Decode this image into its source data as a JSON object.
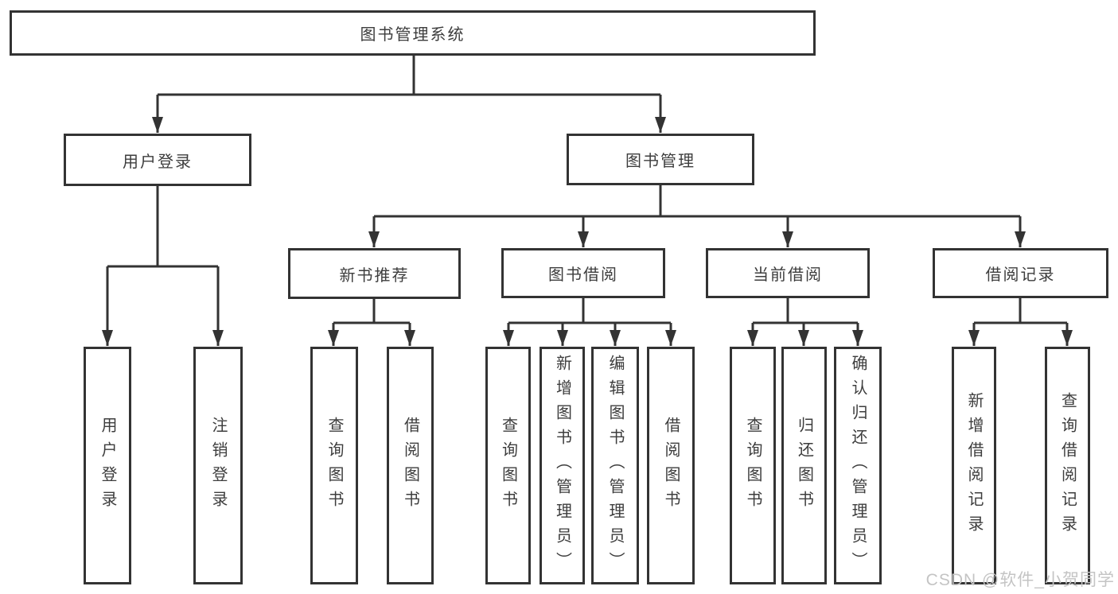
{
  "tree": {
    "label": "图书管理系统",
    "children": [
      {
        "label": "用户登录",
        "children": [
          {
            "label": "用户登录"
          },
          {
            "label": "注销登录"
          }
        ]
      },
      {
        "label": "图书管理",
        "children": [
          {
            "label": "新书推荐",
            "children": [
              {
                "label": "查询图书"
              },
              {
                "label": "借阅图书"
              }
            ]
          },
          {
            "label": "图书借阅",
            "children": [
              {
                "label": "查询图书"
              },
              {
                "label": "新增图书（管理员）"
              },
              {
                "label": "编辑图书（管理员）"
              },
              {
                "label": "借阅图书"
              }
            ]
          },
          {
            "label": "当前借阅",
            "children": [
              {
                "label": "查询图书"
              },
              {
                "label": "归还图书"
              },
              {
                "label": "确认归还（管理员）"
              }
            ]
          },
          {
            "label": "借阅记录",
            "children": [
              {
                "label": "新增借阅记录"
              },
              {
                "label": "查询借阅记录"
              }
            ]
          }
        ]
      }
    ]
  },
  "watermark": {
    "text": "CSDN @软件_小贺同学"
  },
  "colors": {
    "line": "#333333",
    "box_border": "#333333",
    "text": "#3d3d3d",
    "watermark": "#c4c4c4",
    "background": "#ffffff"
  }
}
